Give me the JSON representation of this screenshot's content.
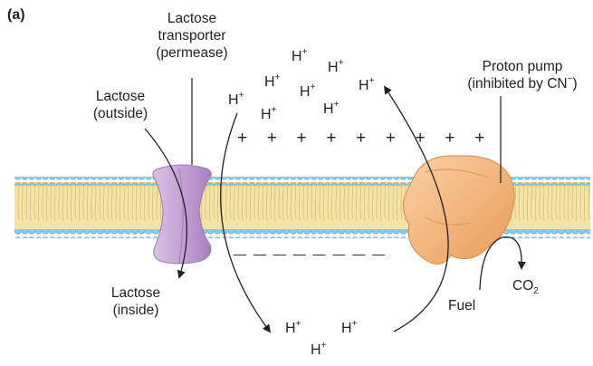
{
  "panel_label": "(a)",
  "transporter": {
    "line1": "Lactose",
    "line2": "transporter",
    "line3": "(permease)"
  },
  "lactose_outside": {
    "line1": "Lactose",
    "line2": "(outside)"
  },
  "lactose_inside": {
    "line1": "Lactose",
    "line2": "(inside)"
  },
  "proton_pump": {
    "line1": "Proton pump",
    "line2": "(inhibited by CN",
    "line2_sup": "−",
    "line2_end": ")"
  },
  "ion": {
    "symbol": "H",
    "charge": "+"
  },
  "outside_charges": "+ + + + + + + + +",
  "inside_charges": "— — — — — — — —",
  "fuel_label": "Fuel",
  "co2": {
    "base": "CO",
    "sub": "2"
  },
  "colors": {
    "transporter": "#c6a7d6",
    "pump": "#f7b77a",
    "membrane_heads": "#8ecae6",
    "membrane_tails": "#f3e3a6",
    "arrow": "#231f20"
  }
}
